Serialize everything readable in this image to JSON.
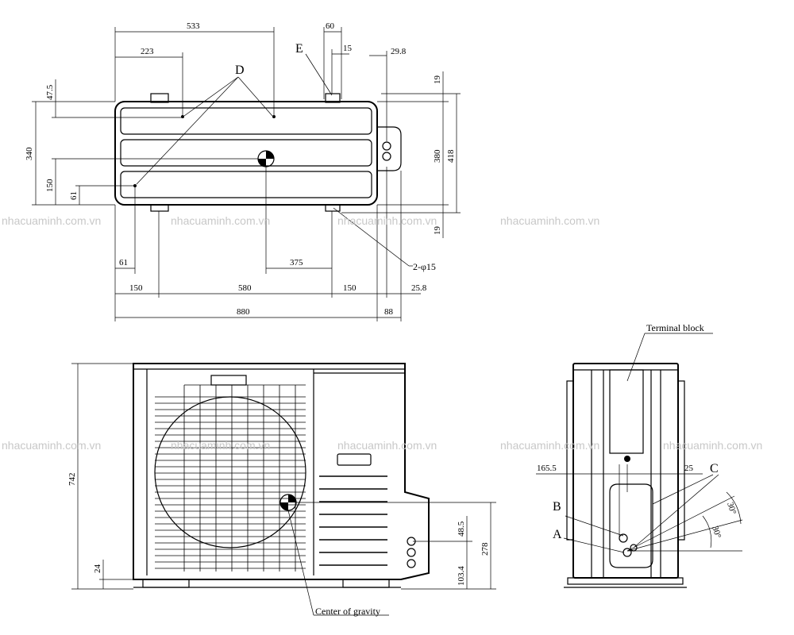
{
  "top_view": {
    "dims": {
      "w533": "533",
      "w223": "223",
      "w60": "60",
      "w15": "15",
      "w29_8": "29.8",
      "h47_5": "47.5",
      "h340": "340",
      "h150": "150",
      "h61": "61",
      "h19_top": "19",
      "h380": "380",
      "h418": "418",
      "h19_bot": "19",
      "w61": "61",
      "w375": "375",
      "w150_left": "150",
      "w580": "580",
      "w150_right": "150",
      "w25_8": "25.8",
      "w880": "880",
      "w88": "88"
    },
    "labels": {
      "d": "D",
      "e": "E",
      "holes": "2-φ15"
    }
  },
  "front_view": {
    "dims": {
      "h742": "742",
      "h24": "24",
      "h48_5": "48.5",
      "h278": "278",
      "h103_4": "103.4"
    },
    "labels": {
      "center_of_gravity": "Center of gravity"
    }
  },
  "side_view": {
    "dims": {
      "d165_5": "165.5",
      "d25": "25",
      "a30_top": "30°",
      "a30_bot": "30°"
    },
    "labels": {
      "terminal_block": "Terminal block",
      "a": "A",
      "b": "B",
      "c": "C"
    }
  },
  "watermark": "nhacuaminh.com.vn"
}
